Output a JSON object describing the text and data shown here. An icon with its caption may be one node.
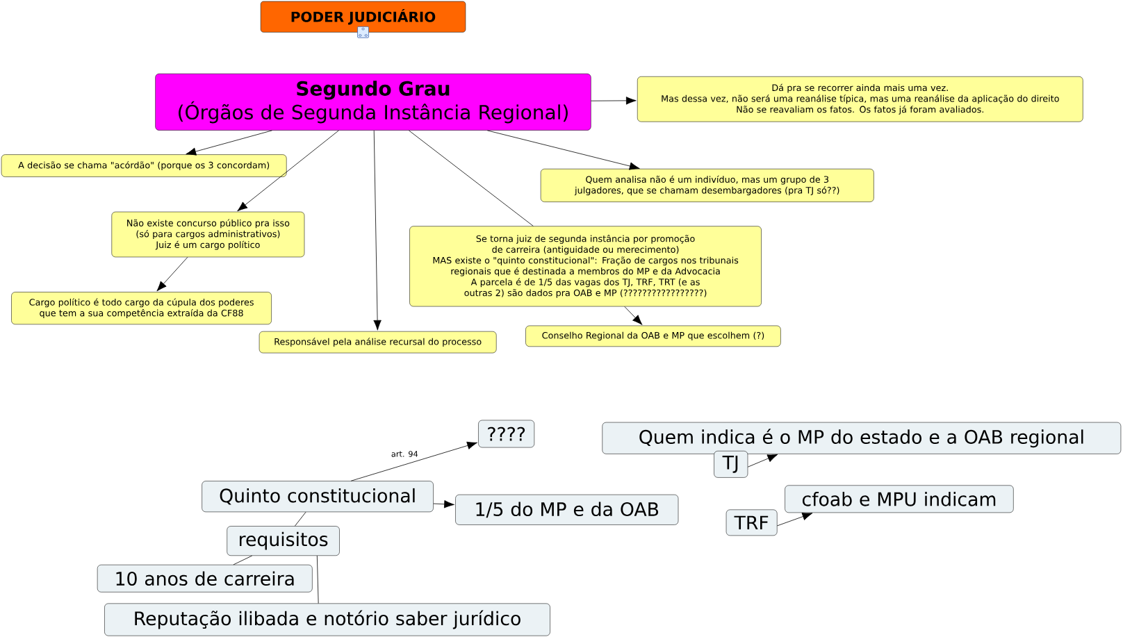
{
  "diagram": {
    "title": "PODER JUDICIÁRIO",
    "nodes": [
      {
        "text": [
          "Segundo Grau",
          "(Órgãos de Segunda Instância Regional)"
        ]
      },
      {
        "text": [
          "Dá pra se recorrer ainda mais uma vez.",
          "Mas dessa vez, não será uma reanálise típica, mas uma reanálise da aplicação do direito",
          "Não se reavaliam os fatos. Os fatos já foram avaliados."
        ]
      },
      {
        "text": [
          "A decisão se chama \"acórdão\" (porque os 3 concordam)"
        ]
      },
      {
        "text": [
          "Quem analisa não é um indivíduo, mas um grupo de 3 julgadores, que se chamam desembargadores (pra TJ só??)"
        ]
      },
      {
        "text": [
          "Não existe concurso público pra isso (só para cargos administrativos)",
          "Juiz é um cargo político"
        ]
      },
      {
        "text": [
          "Se torna juiz de segunda instância por promoção de carreira (antiguidade ou merecimento)",
          "MAS existe o \"quinto constitucional\": Fração de cargos nos tribunais regionais que é destinada a membros do MP e da Advocacia",
          "A parcela é de 1/5 das vagas dos TJ, TRF, TRT (e as outras 2) são dados pra OAB e MP (?????????????????)"
        ]
      },
      {
        "text": [
          "Cargo político é todo cargo da cúpula dos poderes que tem a sua competência extraída da CF88"
        ]
      },
      {
        "text": [
          "Responsável pela análise recursal do processo"
        ]
      },
      {
        "text": [
          "Conselho Regional da OAB e MP que escolhem (?)"
        ]
      },
      {
        "text": [
          "????"
        ]
      },
      {
        "text": [
          "Quem indica é o MP do estado e a OAB regional"
        ]
      },
      {
        "text": [
          "Quinto constitucional"
        ]
      },
      {
        "text": [
          "TJ"
        ]
      },
      {
        "text": [
          "1/5 do MP e da OAB"
        ]
      },
      {
        "text": [
          "cfoab e MPU indicam"
        ]
      },
      {
        "text": [
          "requisitos"
        ]
      },
      {
        "text": [
          "TRF"
        ]
      },
      {
        "text": [
          "10 anos de carreira"
        ]
      },
      {
        "text": [
          "Reputação ilibada e notório saber jurídico"
        ]
      }
    ],
    "edges": [
      {
        "from": 0,
        "to": 1,
        "arrow": "to"
      },
      {
        "from": 0,
        "to": 2,
        "arrow": "to"
      },
      {
        "from": 0,
        "to": 4,
        "arrow": "to"
      },
      {
        "from": 0,
        "to": 7,
        "arrow": "to"
      },
      {
        "from": 0,
        "to": 5,
        "arrow": "none"
      },
      {
        "from": 0,
        "to": 3,
        "arrow": "to"
      },
      {
        "from": 4,
        "to": 6,
        "arrow": "to"
      },
      {
        "from": 5,
        "to": 8,
        "arrow": "to"
      },
      {
        "from": 11,
        "to": 9,
        "arrow": "to",
        "label": "art. 94"
      },
      {
        "from": 11,
        "to": 13,
        "arrow": "to"
      },
      {
        "from": 11,
        "to": 15,
        "arrow": "none"
      },
      {
        "from": 15,
        "to": 17,
        "arrow": "none"
      },
      {
        "from": 15,
        "to": 18,
        "arrow": "none"
      },
      {
        "from": 12,
        "to": 10,
        "arrow": "to"
      },
      {
        "from": 16,
        "to": 14,
        "arrow": "to"
      }
    ]
  }
}
